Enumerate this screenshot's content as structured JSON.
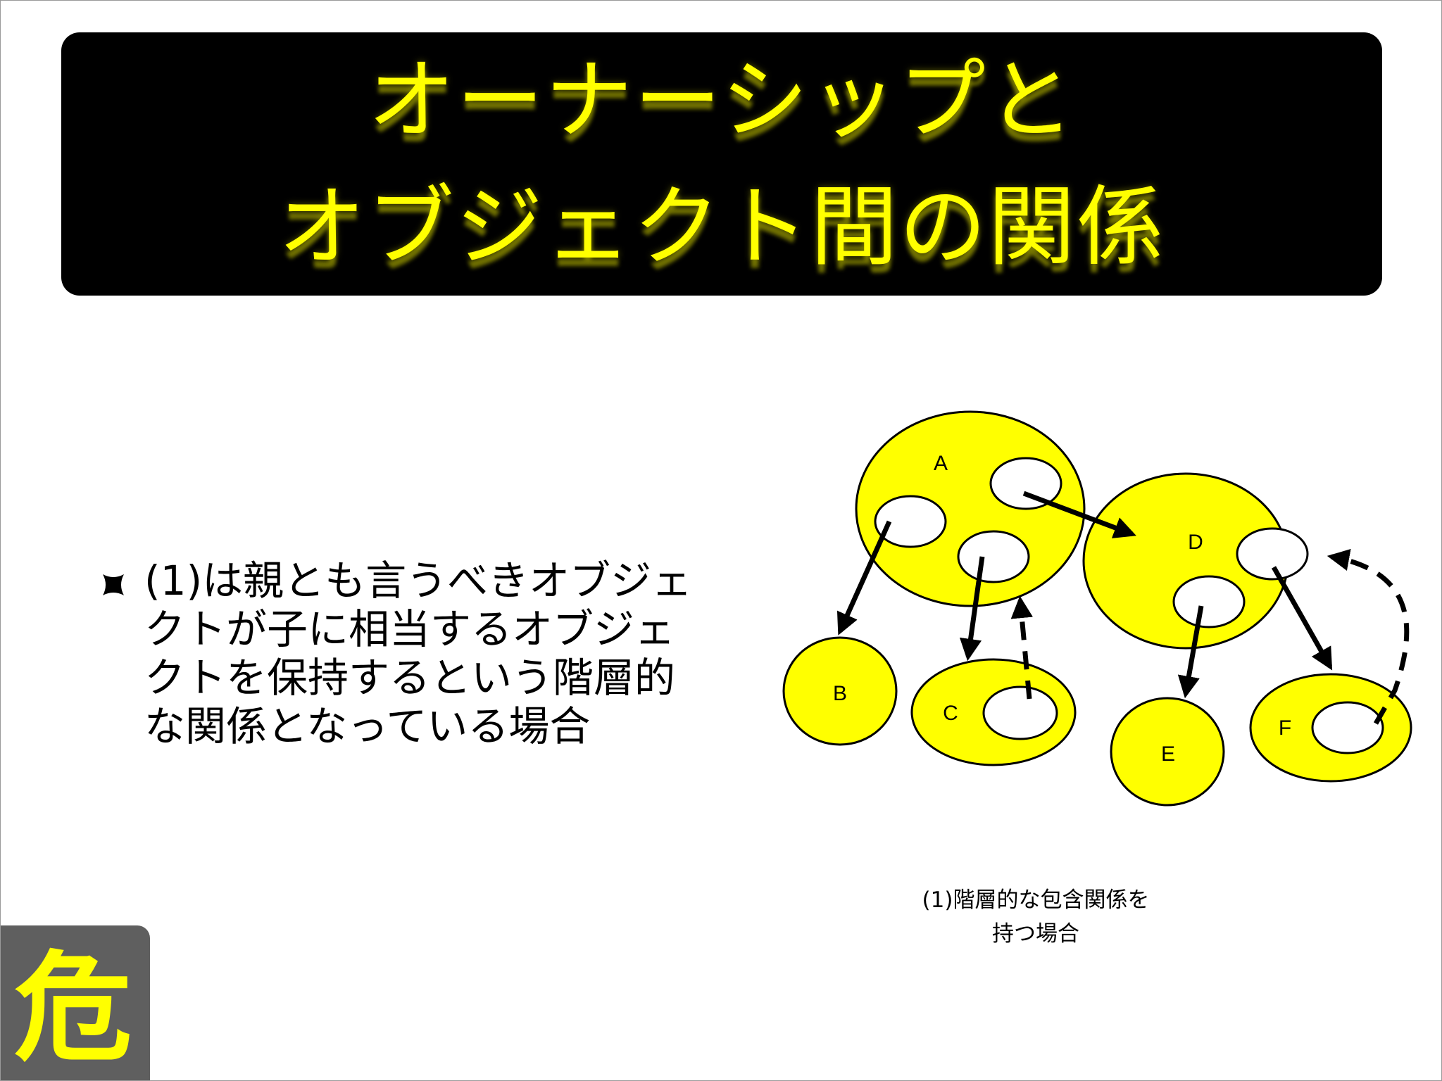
{
  "slide": {
    "title_line1": "オーナーシップと",
    "title_line2": "オブジェクト間の関係",
    "bullet_text": "(1)は親とも言うべきオブジェクトが子に相当するオブジェクトを保持するという階層的な関係となっている場合",
    "warning_badge": "危"
  },
  "diagram": {
    "nodes": {
      "A": "A",
      "B": "B",
      "C": "C",
      "D": "D",
      "E": "E",
      "F": "F"
    },
    "caption_line1": "(1)階層的な包含関係を",
    "caption_line2": "持つ場合"
  },
  "colors": {
    "title_background": "#000000",
    "title_text": "#ffff00",
    "node_fill": "#ffff00",
    "badge_background": "#5f5f5f",
    "badge_glyph": "#ffff00"
  }
}
